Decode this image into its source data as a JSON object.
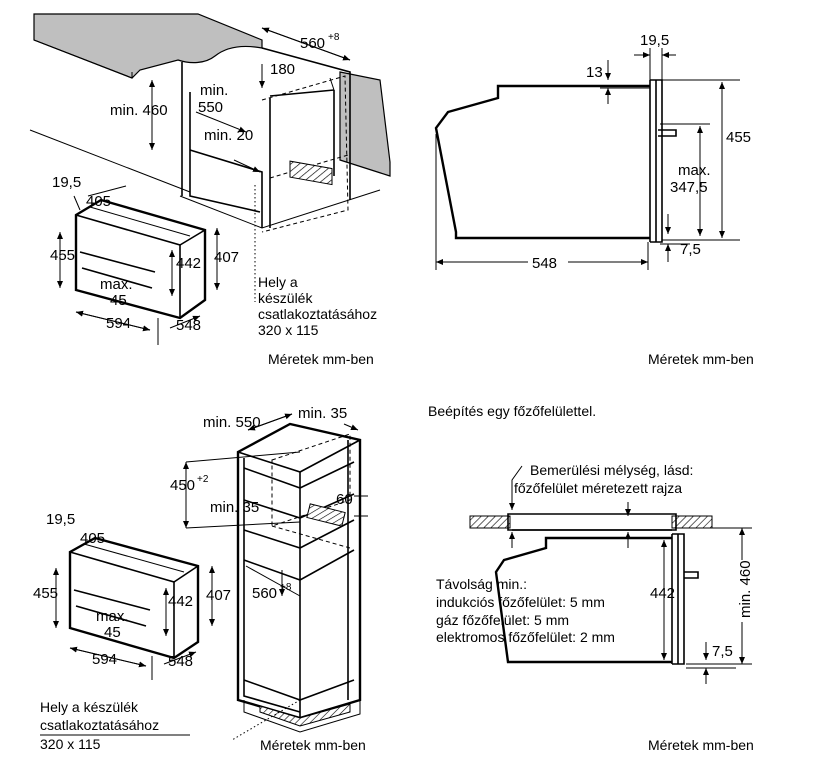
{
  "panels": {
    "top_left": {
      "dims": {
        "d560": "560",
        "d560_sup": "+8",
        "d180": "180",
        "min550_a": "min.",
        "min550_b": "550",
        "min460": "min. 460",
        "min20": "min. 20",
        "d19_5": "19,5",
        "d405": "405",
        "d455": "455",
        "d442": "442",
        "d407": "407",
        "max45_a": "max.",
        "max45_b": "45",
        "d594": "594",
        "d548": "548"
      },
      "connection_note": [
        "Hely a",
        "készülék",
        "csatlakoztatásához",
        "320 x 115"
      ],
      "caption": "Méretek mm-ben"
    },
    "top_right": {
      "dims": {
        "d19_5": "19,5",
        "d13": "13",
        "d455": "455",
        "max347_a": "max.",
        "max347_b": "347,5",
        "d548": "548",
        "d7_5": "7,5"
      },
      "caption": "Méretek mm-ben"
    },
    "bottom_left": {
      "dims": {
        "min550": "min. 550",
        "min35_top": "min. 35",
        "d450": "450",
        "d450_sup": "+2",
        "min35_mid": "min. 35",
        "d60": "60",
        "d19_5": "19,5",
        "d405": "405",
        "d455": "455",
        "d442": "442",
        "d407": "407",
        "d560": "560",
        "d560_sup": "+8",
        "max45_a": "max.",
        "max45_b": "45",
        "d594": "594",
        "d548": "548"
      },
      "connection_note": [
        "Hely a készülék",
        "csatlakoztatásához",
        "320 x 115"
      ],
      "caption": "Méretek mm-ben"
    },
    "bottom_right": {
      "title": "Beépítés egy főzőfelülettel.",
      "callout": [
        "Bemerülési mélység, lásd:",
        "főzőfelület méretezett rajza"
      ],
      "distance_note": [
        "Távolság min.:",
        "indukciós főzőfelület: 5 mm",
        "gáz főzőfelület: 5 mm",
        "elektromos főzőfelület: 2 mm"
      ],
      "dims": {
        "d442": "442",
        "min460": "min. 460",
        "d7_5": "7,5"
      },
      "caption": "Méretek mm-ben"
    }
  }
}
